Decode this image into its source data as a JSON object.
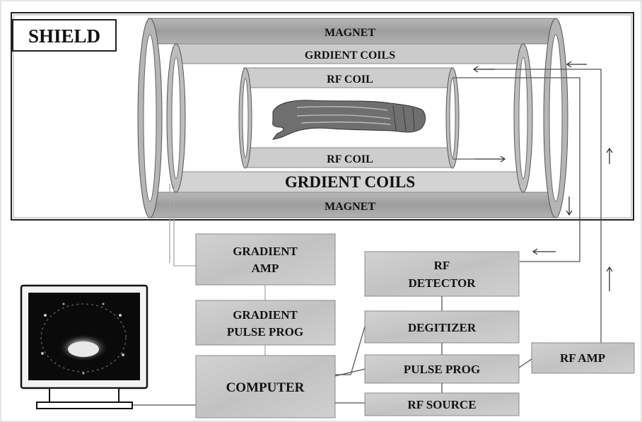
{
  "diagram": {
    "shield": {
      "label": "SHIELD"
    },
    "magnet": {
      "top_label": "MAGNET",
      "bottom_label": "MAGNET"
    },
    "gradient_coils": {
      "top_label": "GRDIENT COILS",
      "bottom_label": "GRDIENT COILS"
    },
    "rf_coil": {
      "top_label": "RF COIL",
      "bottom_label": "RF COIL"
    },
    "blocks": {
      "gradient_amp": [
        "GRADIENT",
        "AMP"
      ],
      "gradient_pulse_prog": [
        "GRADIENT",
        "PULSE PROG"
      ],
      "computer": "COMPUTER",
      "rf_detector": [
        "RF",
        "DETECTOR"
      ],
      "digitizer": "DEGITIZER",
      "pulse_prog": "PULSE PROG",
      "rf_source": "RF SOURCE",
      "rf_amp": "RF AMP"
    },
    "colors": {
      "block_fill": "#c9c9c9",
      "magnet_fill": "#a9a9a9",
      "coil_fill": "#cfcfcf",
      "line": "#555555"
    },
    "icons": [
      "monitor-icon",
      "hand-specimen-icon",
      "mri-image"
    ]
  }
}
